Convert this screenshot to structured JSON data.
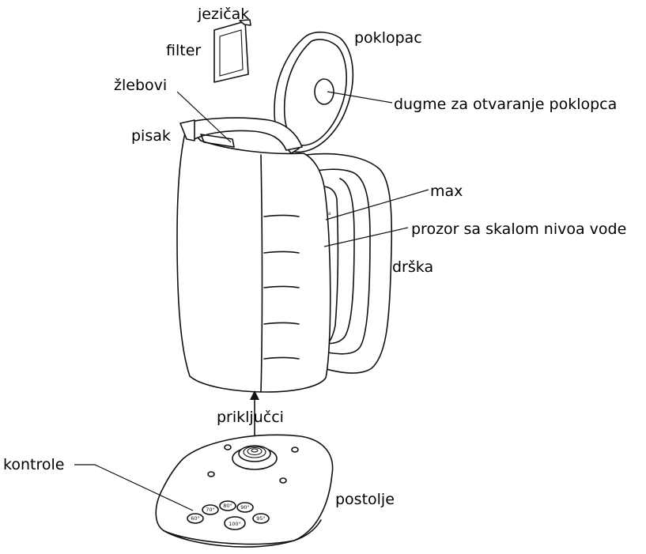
{
  "labels": {
    "jezicak": "jezičak",
    "filter": "filter",
    "poklopac": "poklopac",
    "zlebovi": "žlebovi",
    "dugme": "dugme za otvaranje poklopca",
    "pisak": "pisak",
    "max": "max",
    "prozor": "prozor sa skalom nivoa vode",
    "drska": "drška",
    "prikljucci": "priključci",
    "kontrole": "kontrole",
    "postolje": "postolje"
  },
  "window_scale_text": "– ma",
  "base_buttons": [
    "60°",
    "70°",
    "80°",
    "90°",
    "95°",
    "100°"
  ]
}
